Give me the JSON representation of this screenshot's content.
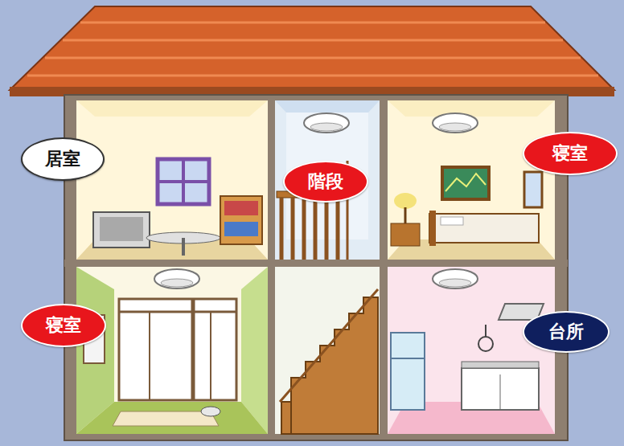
{
  "diagram": {
    "nodes": [
      {
        "text": [
          "居室"
        ]
      },
      {
        "text": [
          "階段"
        ]
      },
      {
        "text": [
          "寝室"
        ]
      },
      {
        "text": [
          "寝室"
        ]
      },
      {
        "text": [
          "台所"
        ]
      }
    ]
  }
}
